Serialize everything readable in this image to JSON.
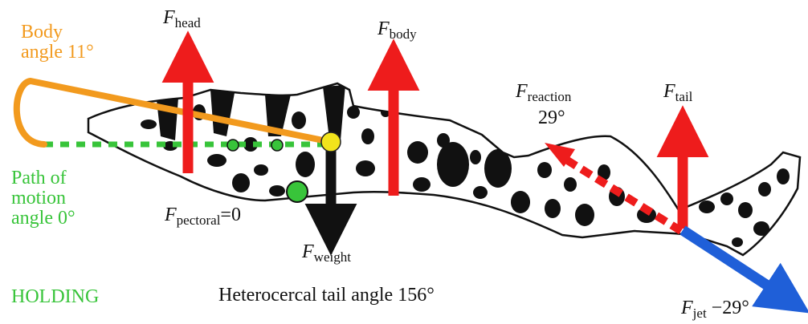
{
  "labels": {
    "f_symbol": "F",
    "head": "head",
    "body": "body",
    "reaction": "reaction",
    "reaction_angle": "29°",
    "tail": "tail",
    "pectoral": "pectoral",
    "pectoral_value": "=0",
    "weight": "weight",
    "jet": "jet",
    "jet_angle": " −29°"
  },
  "body_angle": {
    "line1": "Body",
    "line2": "angle 11°"
  },
  "path_motion": {
    "line1": "Path of",
    "line2": "motion",
    "line3": "angle 0°"
  },
  "holding": "HOLDING",
  "tail_angle_caption": "Heterocercal tail angle 156°",
  "colors": {
    "force_red": "#ee1c1c",
    "body_orange": "#f29a1e",
    "path_green": "#38c43a",
    "jet_blue": "#1f5fd8",
    "weight_black": "#111111",
    "center_yellow": "#f2e41c"
  }
}
